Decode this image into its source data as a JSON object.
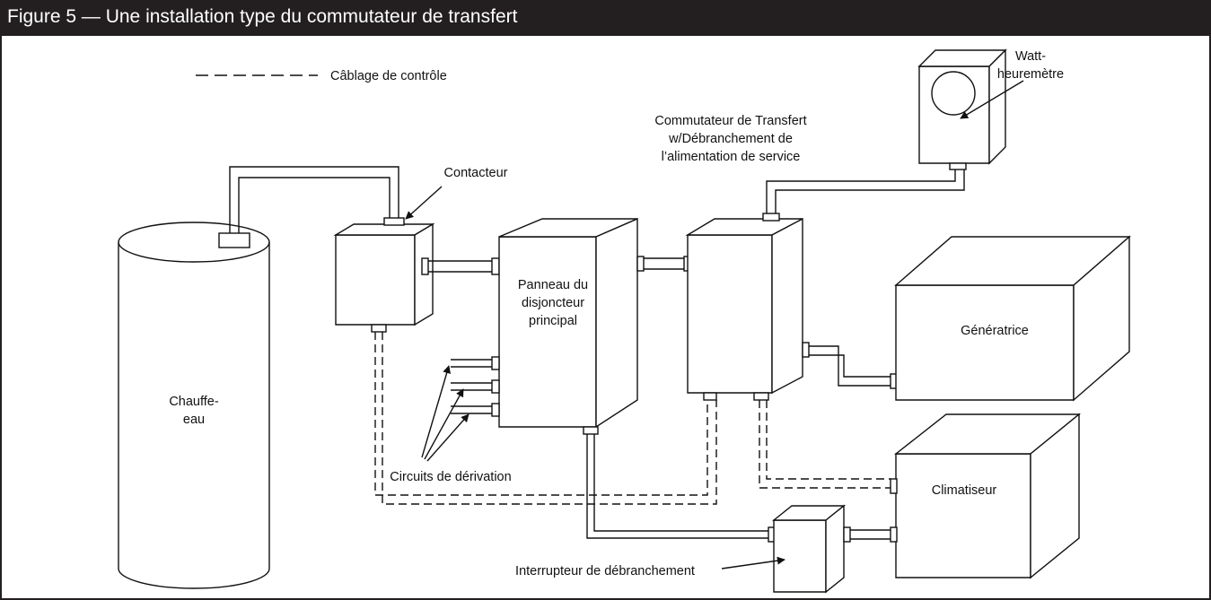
{
  "figure": {
    "title": "Figure 5 — Une installation type du commutateur de transfert",
    "title_bar_color": "#231f20",
    "line_color": "#111111",
    "background_color": "#ffffff"
  },
  "legend": {
    "control_wiring_label": "Câblage de contrôle",
    "line_style": "dashed"
  },
  "components": {
    "water_heater": [
      "Chauffe-",
      "eau"
    ],
    "contactor": "Contacteur",
    "main_breaker_panel": [
      "Panneau du",
      "disjoncteur",
      "principal"
    ],
    "transfer_switch": [
      "Commutateur de Transfert",
      "w/Débranchement de",
      "l’alimentation de service"
    ],
    "watt_meter": [
      "Watt-",
      "heuremètre"
    ],
    "generator": "Génératrice",
    "air_conditioner": "Climatiseur",
    "branch_circuits": "Circuits de dérivation",
    "disconnect_switch": "Interrupteur de débranchement"
  }
}
